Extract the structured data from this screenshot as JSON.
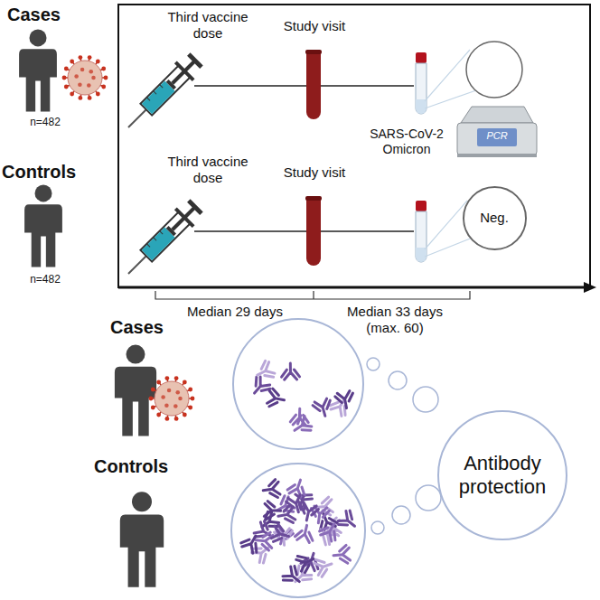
{
  "diagram": {
    "nodes": [
      {
        "text": [
          "Neg."
        ]
      },
      {
        "text": [
          "Antibody protection"
        ]
      }
    ],
    "labels": [
      "Cases",
      "n=482",
      "Third vaccine dose",
      "Study visit",
      "SARS-CoV-2 Omicron",
      "PCR",
      "Controls",
      "n=482",
      "Third vaccine dose",
      "Study visit",
      "Median 29 days",
      "Median 33 days (max. 60)",
      "Cases",
      "Controls"
    ]
  }
}
